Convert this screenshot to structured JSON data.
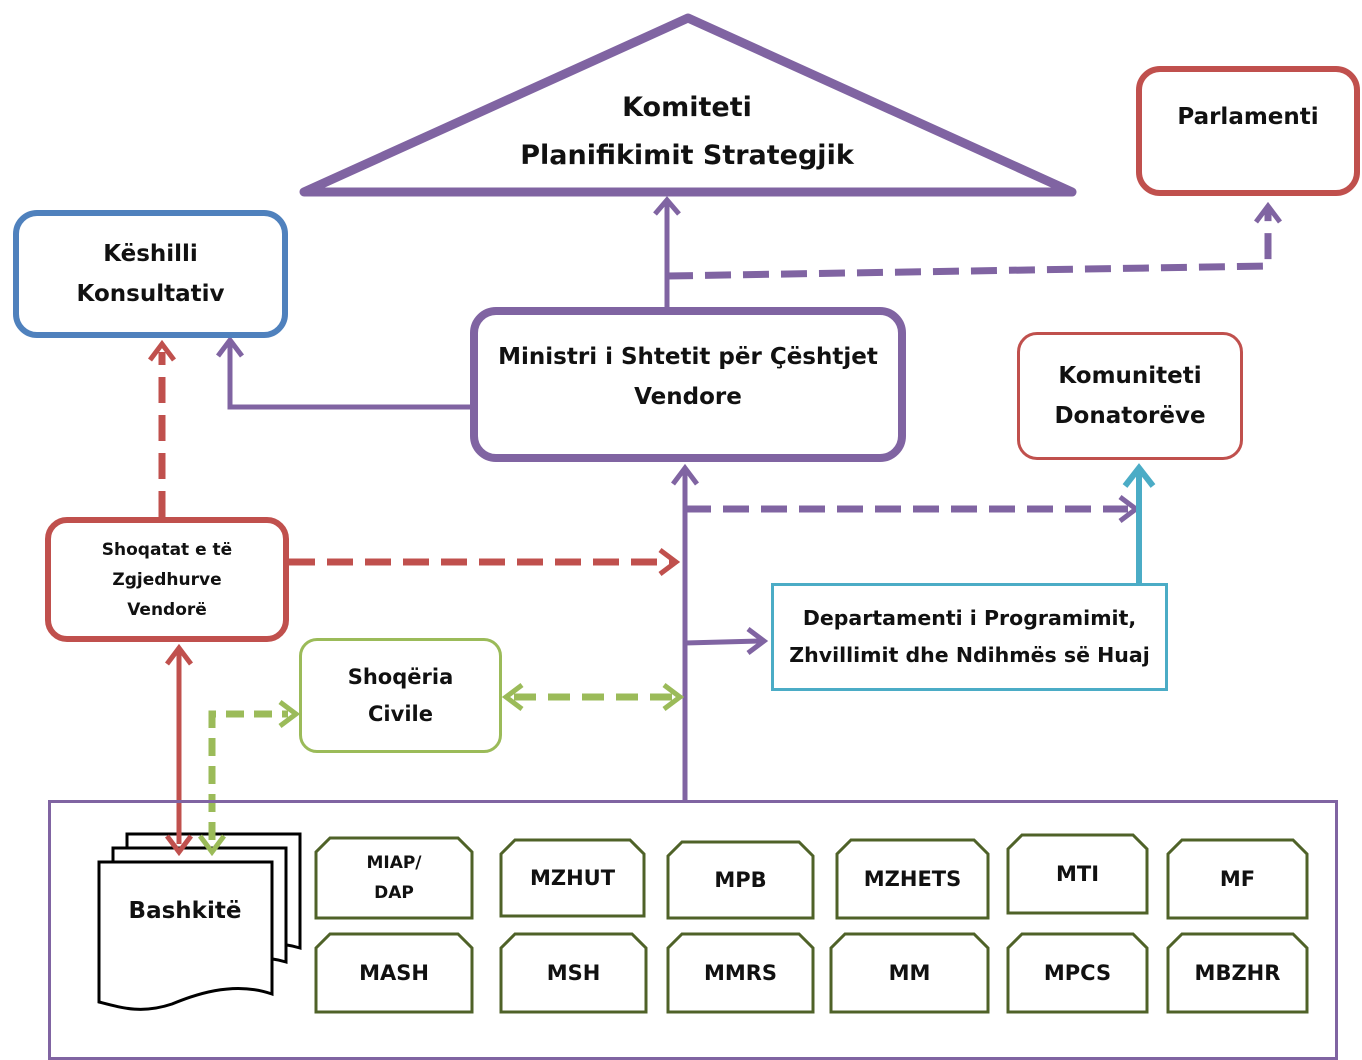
{
  "komiteti": {
    "line1": "Komiteti",
    "line2": "Planifikimit Strategjik"
  },
  "parlamenti": {
    "label": "Parlamenti"
  },
  "keshilli": {
    "line1": "Këshilli",
    "line2": "Konsultativ"
  },
  "ministri": {
    "line1": "Ministri i Shtetit për Çështjet",
    "line2": "Vendore"
  },
  "komuniteti": {
    "line1": "Komuniteti",
    "line2": "Donatorëve"
  },
  "shoqatat": {
    "line1": "Shoqatat e të",
    "line2": "Zgjedhurve",
    "line3": "Vendorë"
  },
  "shoqeria": {
    "line1": "Shoqëria",
    "line2": "Civile"
  },
  "departamenti": {
    "line1": "Departamenti i Programimit,",
    "line2": "Zhvillimit dhe Ndihmës së Huaj"
  },
  "bashkite": {
    "label": "Bashkitë"
  },
  "ministries": {
    "row1": [
      {
        "line1": "MIAP/",
        "line2": "DAP"
      },
      {
        "line1": "MZHUT"
      },
      {
        "line1": "MPB"
      },
      {
        "line1": "MZHETS"
      },
      {
        "line1": "MTI"
      },
      {
        "line1": "MF"
      }
    ],
    "row2": [
      {
        "line1": "MASH"
      },
      {
        "line1": "MSH"
      },
      {
        "line1": "MMRS"
      },
      {
        "line1": "MM"
      },
      {
        "line1": "MPCS"
      },
      {
        "line1": "MBZHR"
      }
    ]
  },
  "colors": {
    "purple": "#8064a2",
    "red": "#c0504d",
    "blue": "#4f81bd",
    "green": "#9bbb59",
    "teal": "#4bacc6",
    "dark_green": "#4f6228"
  }
}
